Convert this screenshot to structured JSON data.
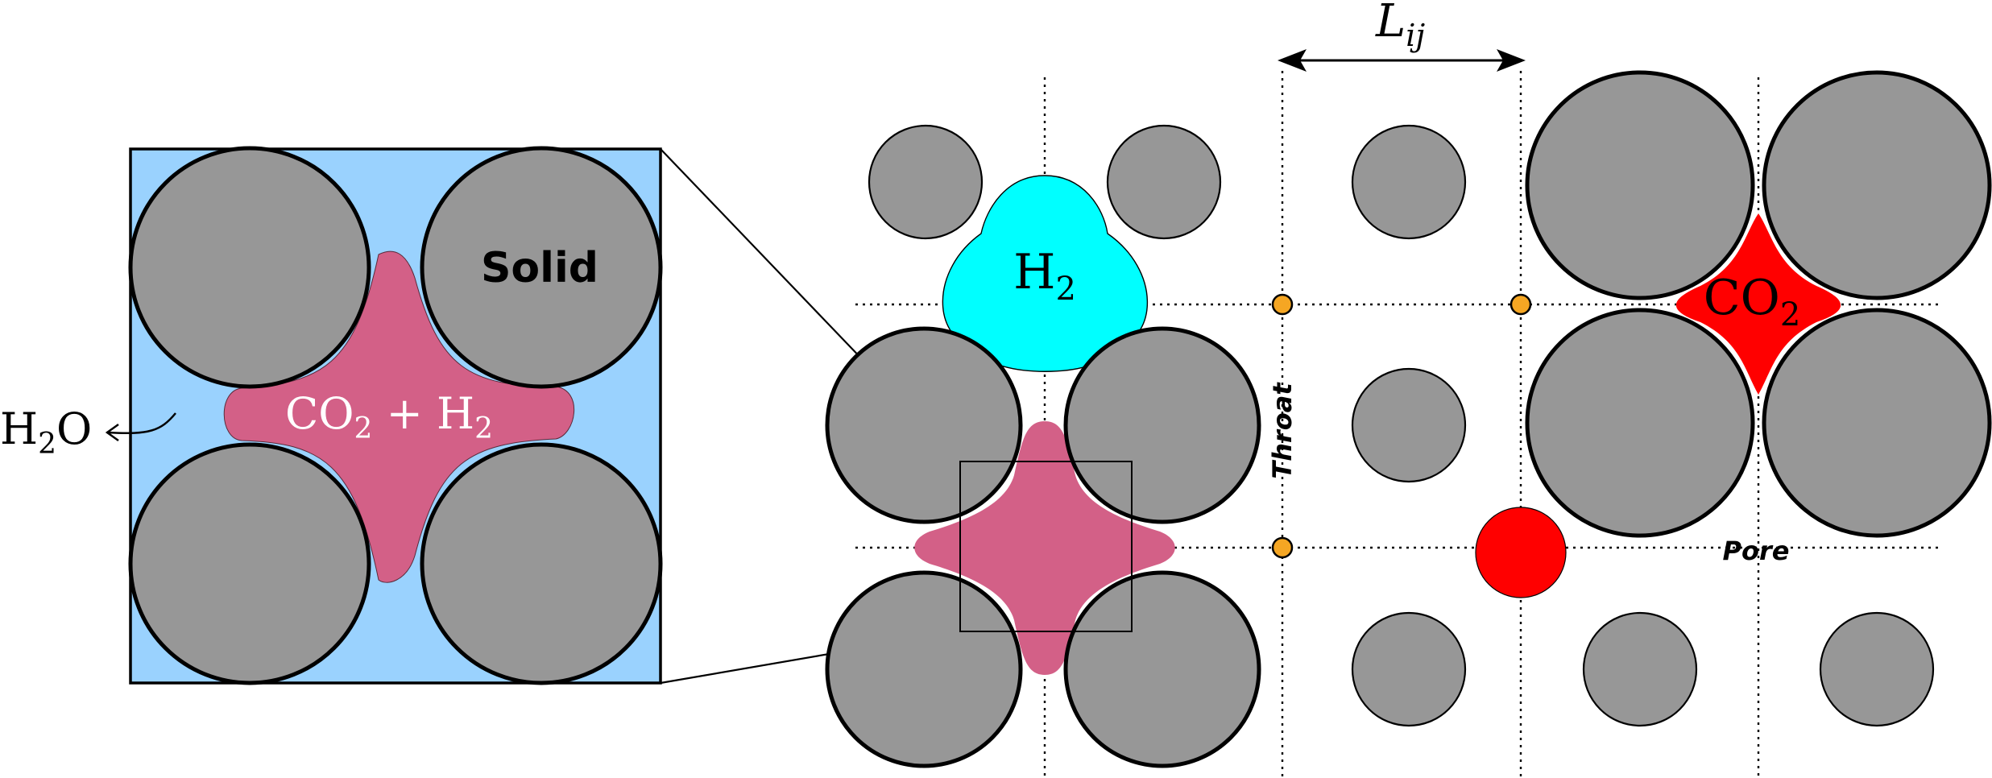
{
  "labels": {
    "length": "L",
    "length_sub": "ij",
    "h2": "H",
    "h2_sub": "2",
    "co2": "CO",
    "co2_sub": "2",
    "solid": "Solid",
    "mixture_a": "CO",
    "mixture_a_sub": "2",
    "mixture_plus": " + H",
    "mixture_b_sub": "2",
    "water": "H",
    "water_sub": "2",
    "water_tail": "O",
    "throat": "Throat",
    "pore": "Pore"
  },
  "colors": {
    "grain": "#979797",
    "water_background": "#9ad2fe",
    "mixture": "#d36087",
    "hydrogen": "#00ffff",
    "co2": "#ff0000",
    "node": "#f5a623"
  }
}
